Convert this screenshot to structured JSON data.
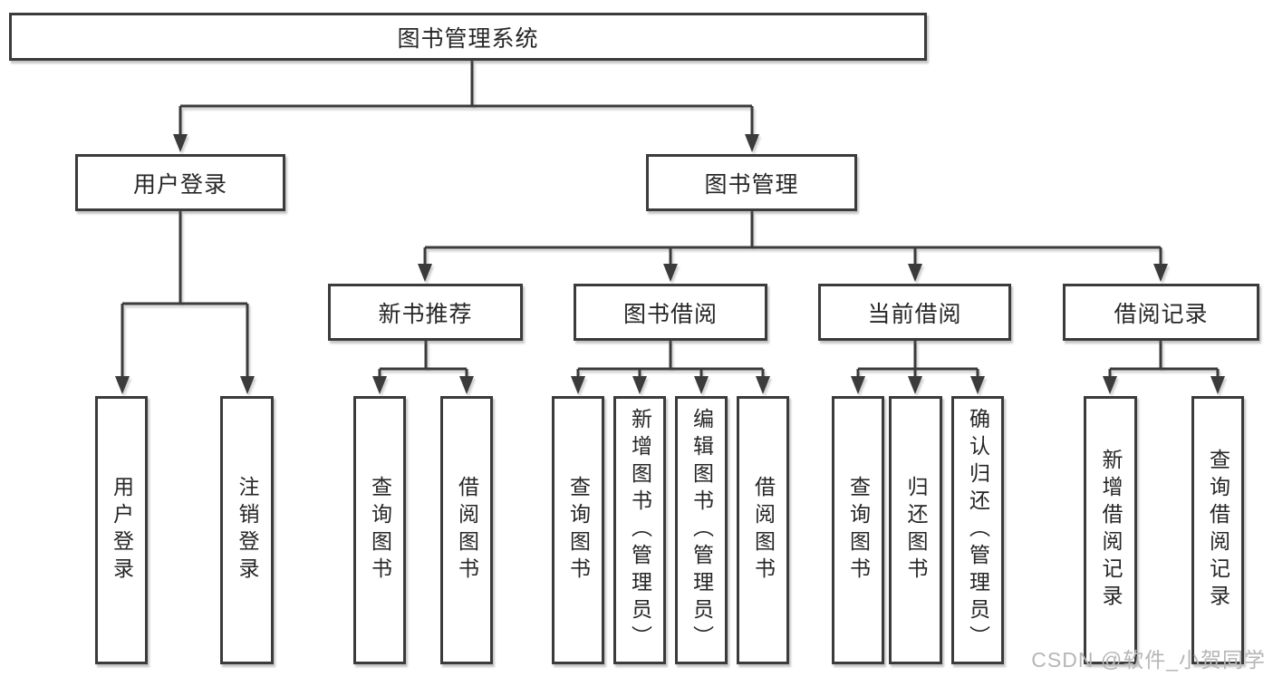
{
  "diagram": {
    "type": "hierarchy-tree",
    "root": "图书管理系统",
    "level2": {
      "user_login": "用户登录",
      "book_management": "图书管理"
    },
    "level3": {
      "new_book_recommend": "新书推荐",
      "book_borrow": "图书借阅",
      "current_borrow": "当前借阅",
      "borrow_record": "借阅记录"
    },
    "leaves": {
      "user_login": [
        "用户登录",
        "注销登录"
      ],
      "new_book_recommend": [
        "查询图书",
        "借阅图书"
      ],
      "book_borrow": [
        "查询图书",
        "新增图书（管理员）",
        "编辑图书（管理员）",
        "借阅图书"
      ],
      "current_borrow": [
        "查询图书",
        "归还图书",
        "确认归还（管理员）"
      ],
      "borrow_record": [
        "新增借阅记录",
        "查询借阅记录"
      ]
    }
  },
  "watermark": "CSDN @软件_小贺同学",
  "colors": {
    "line": "#3b3b3b",
    "text": "#262626",
    "background": "#ffffff",
    "watermark": "#b6b6b6"
  }
}
